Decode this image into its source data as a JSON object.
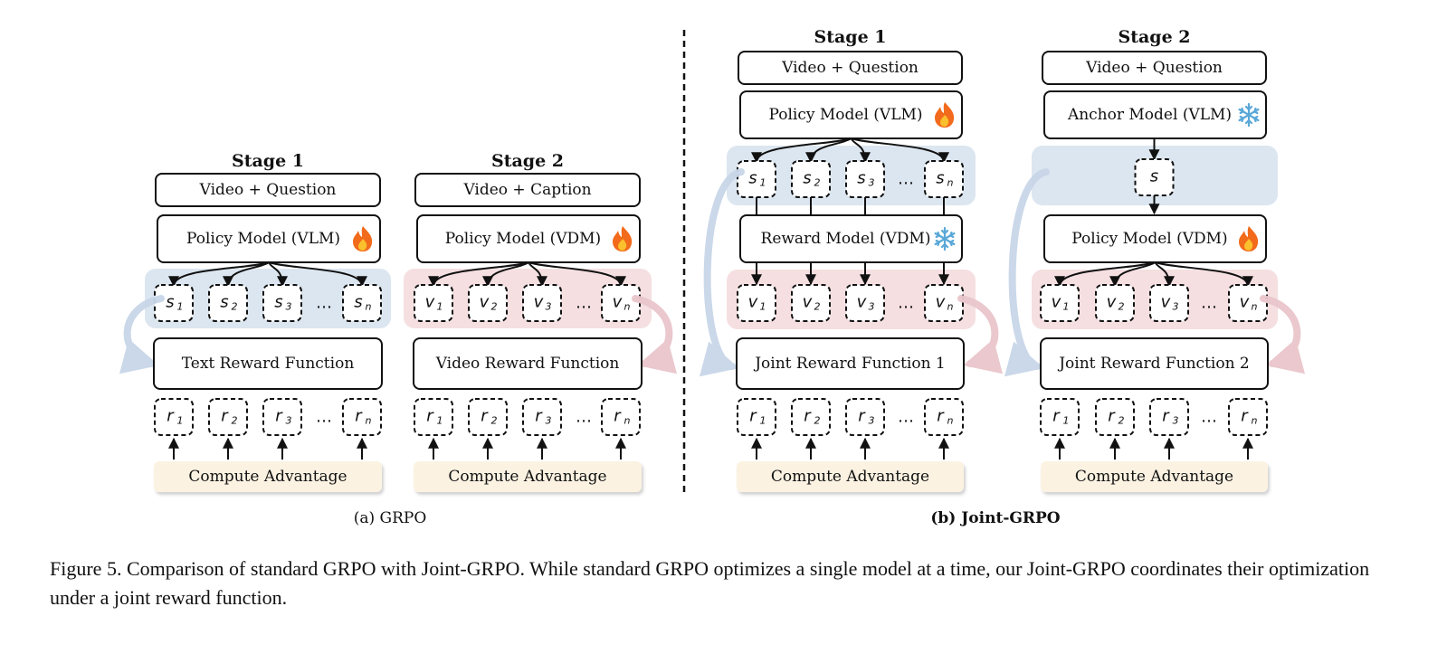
{
  "panels": [
    {
      "id": "a",
      "caption": "(a) GRPO",
      "columns": [
        {
          "stage_title": "Stage 1",
          "input_label": "Video + Question",
          "model_label": "Policy Model (VLM)",
          "model_badge": "fire-icon",
          "sample_band_color": "#dce6f0",
          "samples": [
            {
              "base": "s",
              "sub": "1"
            },
            {
              "base": "s",
              "sub": "2"
            },
            {
              "base": "s",
              "sub": "3"
            },
            {
              "base": "…",
              "sub": ""
            },
            {
              "base": "s",
              "sub": "n"
            }
          ],
          "reward_label": "Text Reward Function",
          "rewards": [
            {
              "base": "r",
              "sub": "1"
            },
            {
              "base": "r",
              "sub": "2"
            },
            {
              "base": "r",
              "sub": "3"
            },
            {
              "base": "…",
              "sub": ""
            },
            {
              "base": "r",
              "sub": "n"
            }
          ],
          "advantage_label": "Compute Advantage"
        },
        {
          "stage_title": "Stage 2",
          "input_label": "Video + Caption",
          "model_label": "Policy Model (VDM)",
          "model_badge": "fire-icon",
          "sample_band_color": "#f5dfe1",
          "samples": [
            {
              "base": "v",
              "sub": "1"
            },
            {
              "base": "v",
              "sub": "2"
            },
            {
              "base": "v",
              "sub": "3"
            },
            {
              "base": "…",
              "sub": ""
            },
            {
              "base": "v",
              "sub": "n"
            }
          ],
          "reward_label": "Video Reward Function",
          "rewards": [
            {
              "base": "r",
              "sub": "1"
            },
            {
              "base": "r",
              "sub": "2"
            },
            {
              "base": "r",
              "sub": "3"
            },
            {
              "base": "…",
              "sub": ""
            },
            {
              "base": "r",
              "sub": "n"
            }
          ],
          "advantage_label": "Compute Advantage"
        }
      ]
    },
    {
      "id": "b",
      "caption": "(b) Joint-GRPO",
      "columns": [
        {
          "stage_title": "Stage 1",
          "input_label": "Video + Question",
          "model_label": "Policy Model (VLM)",
          "model_badge": "fire-icon",
          "samples": [
            {
              "base": "s",
              "sub": "1"
            },
            {
              "base": "s",
              "sub": "2"
            },
            {
              "base": "s",
              "sub": "3"
            },
            {
              "base": "…",
              "sub": ""
            },
            {
              "base": "s",
              "sub": "n"
            }
          ],
          "second_model_label": "Reward Model (VDM)",
          "second_model_badge": "snowflake-icon",
          "videos": [
            {
              "base": "v",
              "sub": "1"
            },
            {
              "base": "v",
              "sub": "2"
            },
            {
              "base": "v",
              "sub": "3"
            },
            {
              "base": "…",
              "sub": ""
            },
            {
              "base": "v",
              "sub": "n"
            }
          ],
          "reward_label": "Joint Reward Function 1",
          "rewards": [
            {
              "base": "r",
              "sub": "1"
            },
            {
              "base": "r",
              "sub": "2"
            },
            {
              "base": "r",
              "sub": "3"
            },
            {
              "base": "…",
              "sub": ""
            },
            {
              "base": "r",
              "sub": "n"
            }
          ],
          "advantage_label": "Compute Advantage"
        },
        {
          "stage_title": "Stage 2",
          "input_label": "Video + Question",
          "model_label": "Anchor Model (VLM)",
          "model_badge": "snowflake-icon",
          "anchor_sample": {
            "base": "s",
            "sub": ""
          },
          "second_model_label": "Policy Model (VDM)",
          "second_model_badge": "fire-icon",
          "videos": [
            {
              "base": "v",
              "sub": "1"
            },
            {
              "base": "v",
              "sub": "2"
            },
            {
              "base": "v",
              "sub": "3"
            },
            {
              "base": "…",
              "sub": ""
            },
            {
              "base": "v",
              "sub": "n"
            }
          ],
          "reward_label": "Joint Reward Function 2",
          "rewards": [
            {
              "base": "r",
              "sub": "1"
            },
            {
              "base": "r",
              "sub": "2"
            },
            {
              "base": "r",
              "sub": "3"
            },
            {
              "base": "…",
              "sub": ""
            },
            {
              "base": "r",
              "sub": "n"
            }
          ],
          "advantage_label": "Compute Advantage"
        }
      ]
    }
  ],
  "colors": {
    "blue_band": "#dce6f0",
    "pink_band": "#f5dfe1",
    "advantage_fill": "#fbf2e2",
    "fire": "#f26a1b",
    "snowflake": "#5aa8d8"
  },
  "figure_caption": "Figure 5. Comparison of standard GRPO with Joint-GRPO. While standard GRPO optimizes a single model at a time, our Joint-GRPO coordinates their optimization under a joint reward function."
}
